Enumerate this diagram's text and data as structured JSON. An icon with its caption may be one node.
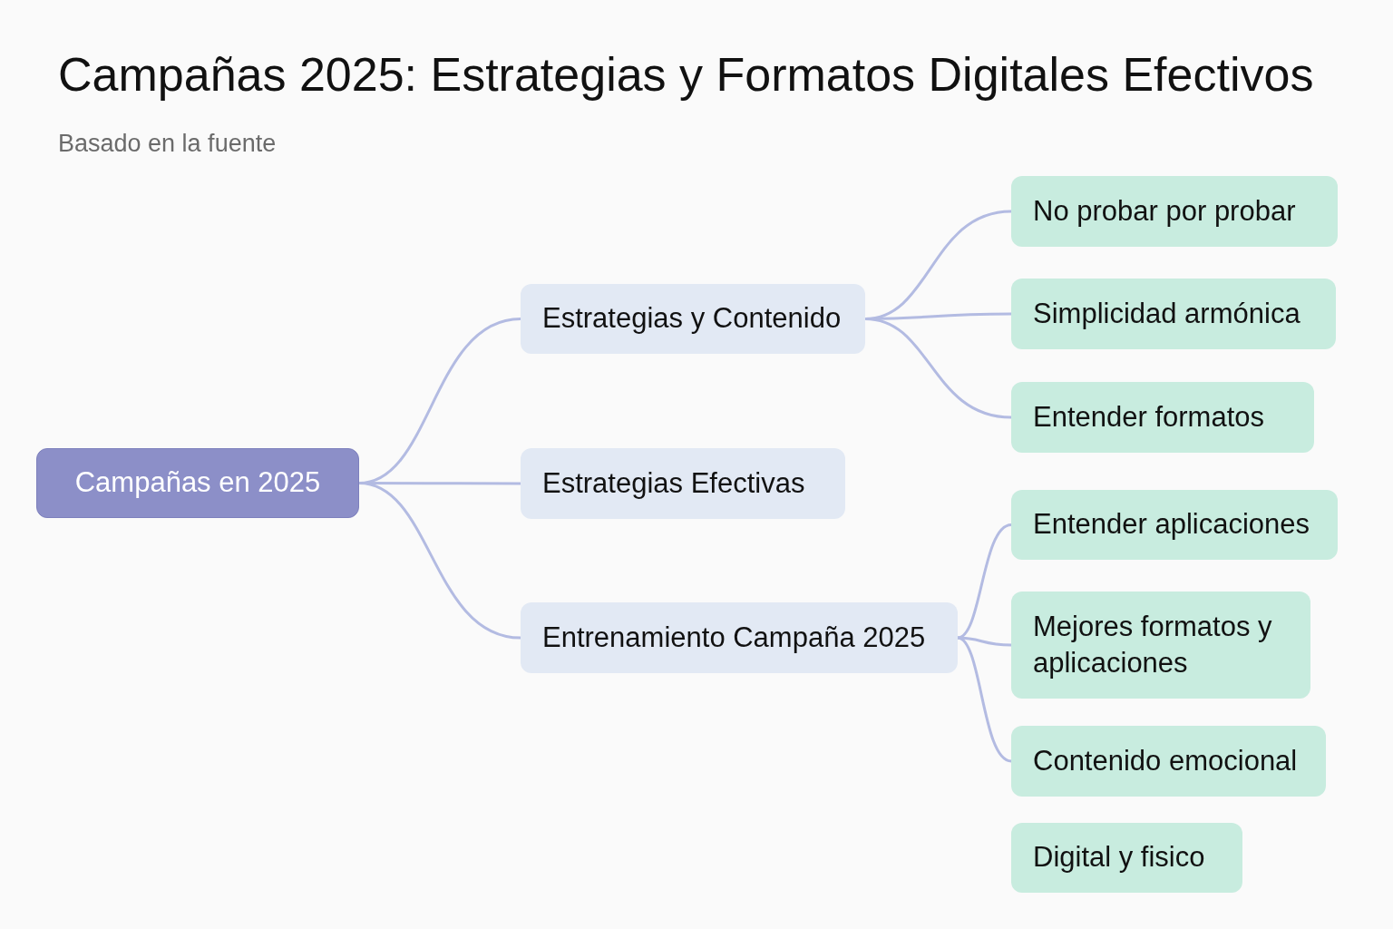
{
  "diagram": {
    "title": "Campañas 2025: Estrategias y Formatos Digitales Efectivos",
    "caption": "Basado en la fuente",
    "nodes": [
      {
        "text": [
          "Campañas en 2025"
        ]
      },
      {
        "text": [
          "Estrategias y Contenido"
        ]
      },
      {
        "text": [
          "Estrategias Efectivas"
        ]
      },
      {
        "text": [
          "Entrenamiento Campaña 2025"
        ]
      },
      {
        "text": [
          "No probar por probar"
        ]
      },
      {
        "text": [
          "Simplicidad armónica"
        ]
      },
      {
        "text": [
          "Entender formatos"
        ]
      },
      {
        "text": [
          "Entender aplicaciones"
        ]
      },
      {
        "text": [
          "Mejores formatos y aplicaciones"
        ]
      },
      {
        "text": [
          "Contenido emocional"
        ]
      },
      {
        "text": [
          "Digital y fisico"
        ]
      }
    ],
    "edges": [
      {
        "from": 0,
        "to": 1,
        "arrow": "none"
      },
      {
        "from": 0,
        "to": 2,
        "arrow": "none"
      },
      {
        "from": 0,
        "to": 3,
        "arrow": "none"
      },
      {
        "from": 1,
        "to": 4,
        "arrow": "none"
      },
      {
        "from": 1,
        "to": 5,
        "arrow": "none"
      },
      {
        "from": 1,
        "to": 6,
        "arrow": "none"
      },
      {
        "from": 3,
        "to": 7,
        "arrow": "none"
      },
      {
        "from": 3,
        "to": 8,
        "arrow": "none"
      },
      {
        "from": 3,
        "to": 9,
        "arrow": "none"
      }
    ]
  }
}
